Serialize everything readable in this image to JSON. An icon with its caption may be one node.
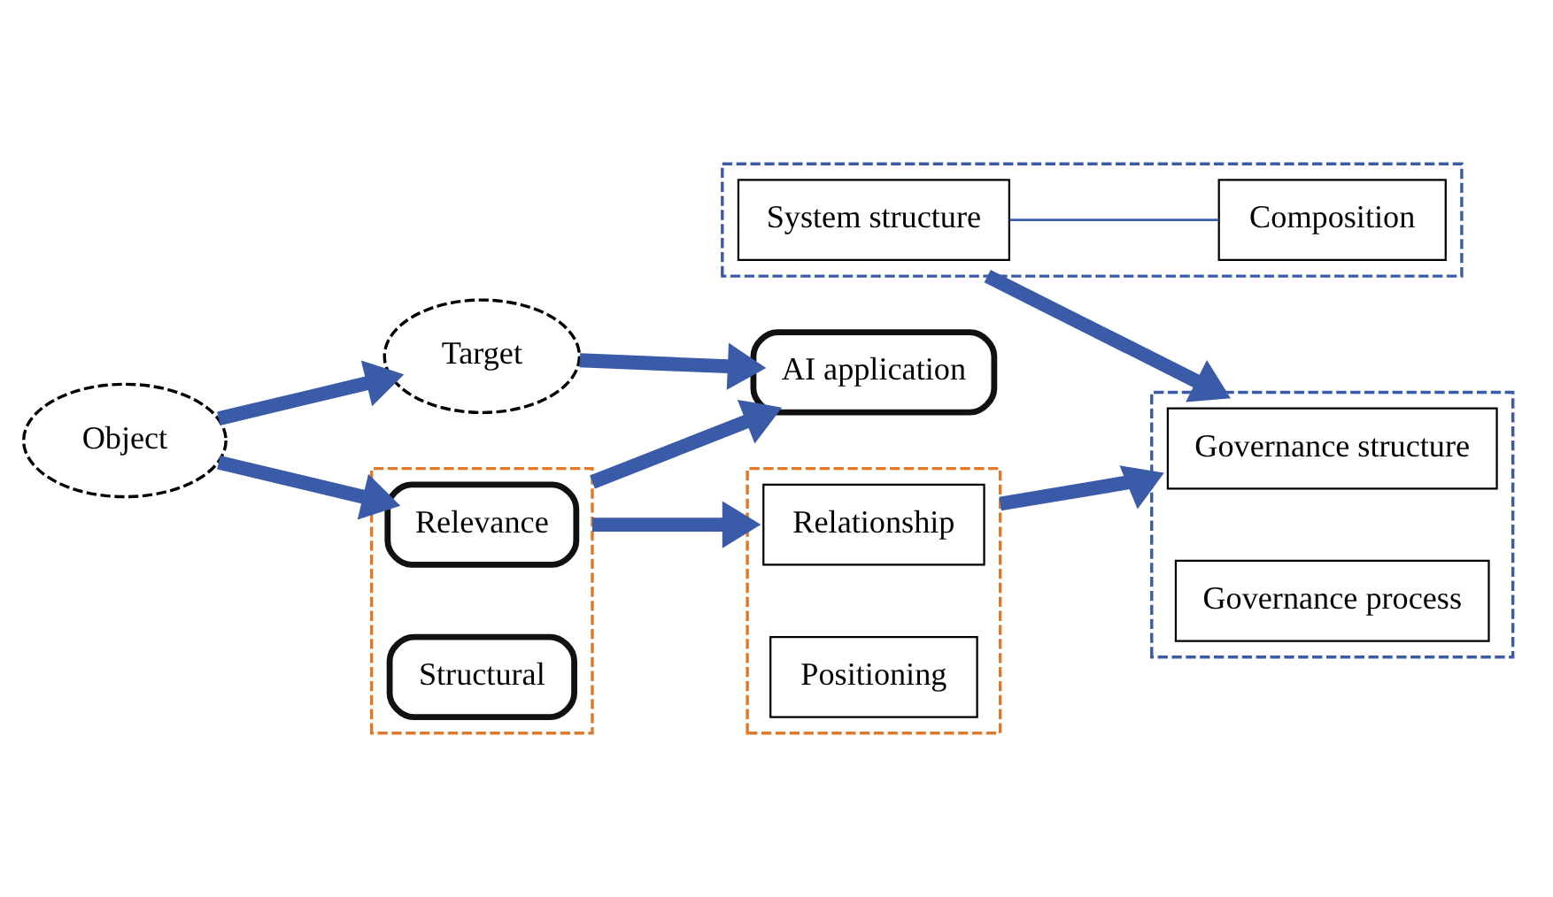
{
  "diagram": {
    "nodes": [
      {
        "text": [
          "Target"
        ]
      },
      {
        "text": [
          "AI application"
        ]
      },
      {
        "text": [],
        "shape": "box"
      },
      {
        "text": [
          "System structure"
        ],
        "in": 2
      },
      {
        "text": [
          "Composition"
        ],
        "in": 2
      },
      {
        "text": [],
        "shape": "box"
      },
      {
        "text": [
          "Governance structure"
        ],
        "in": 5
      },
      {
        "text": [
          "Governance process"
        ],
        "in": 5
      },
      {
        "text": [
          "Object"
        ]
      },
      {
        "text": [],
        "shape": "box"
      },
      {
        "text": [
          "Relevance"
        ],
        "in": 9
      },
      {
        "text": [
          "Structural"
        ],
        "in": 9
      },
      {
        "text": [],
        "shape": "box"
      },
      {
        "text": [
          "Relationship"
        ],
        "in": 12
      },
      {
        "text": [
          "Positioning"
        ],
        "in": 12
      }
    ],
    "edges": [
      {
        "from": 0,
        "to": 1,
        "arrow": "to"
      },
      {
        "from": 8,
        "to": 0,
        "arrow": "to"
      },
      {
        "from": 9,
        "to": 1,
        "arrow": "to"
      },
      {
        "from": 8,
        "to": 10,
        "arrow": "to"
      },
      {
        "from": 9,
        "to": 12,
        "arrow": "to"
      },
      {
        "from": 12,
        "to": 5,
        "arrow": "to"
      },
      {
        "from": 2,
        "to": 5,
        "arrow": "to"
      },
      {
        "from": 3,
        "to": 4,
        "arrow": "none"
      }
    ]
  }
}
